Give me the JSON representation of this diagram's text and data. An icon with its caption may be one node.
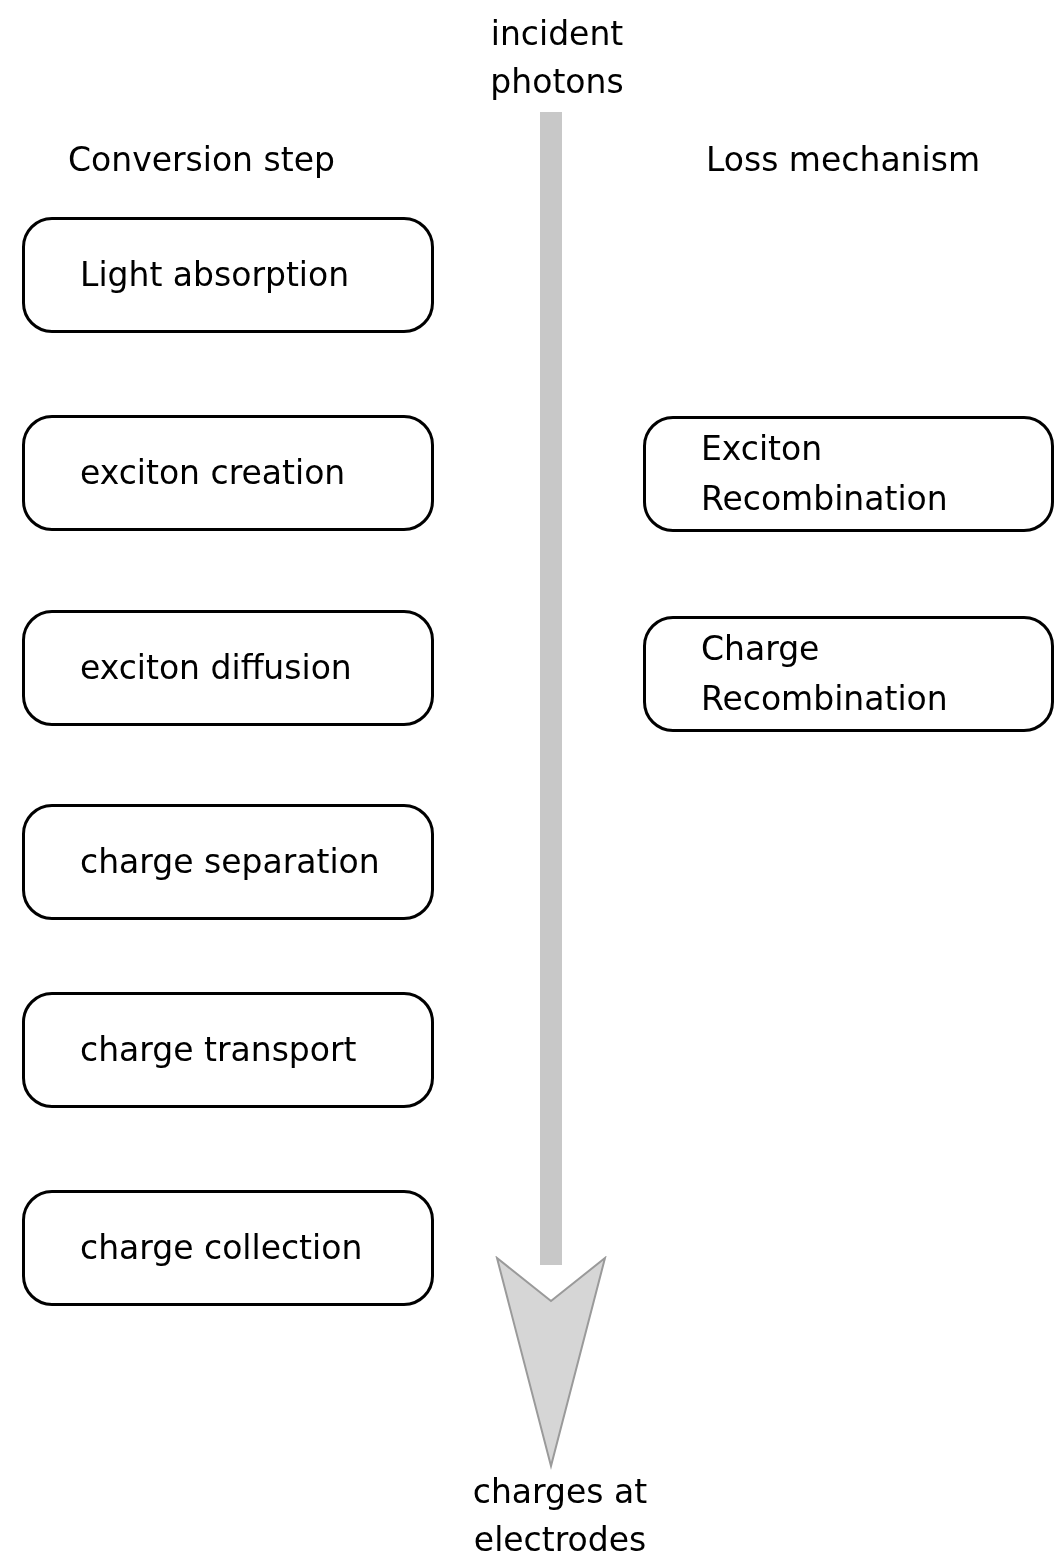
{
  "diagram": {
    "nodes": [
      {
        "text": [
          "incident photons"
        ]
      },
      {
        "text": [
          "charges at electrodes"
        ]
      },
      {
        "text": [
          "Light absorption"
        ]
      },
      {
        "text": [
          "exciton creation"
        ]
      },
      {
        "text": [
          "exciton diffusion"
        ]
      },
      {
        "text": [
          "charge separation"
        ]
      },
      {
        "text": [
          "charge transport"
        ]
      },
      {
        "text": [
          "charge collection"
        ]
      },
      {
        "text": [
          "Exciton Recombination"
        ]
      },
      {
        "text": [
          "Charge Recombination"
        ]
      }
    ],
    "edges": [
      {
        "from": 0,
        "to": 1,
        "arrow": "to",
        "style": "thick"
      }
    ],
    "labels": [
      "Conversion step",
      "Loss mechanism"
    ]
  }
}
